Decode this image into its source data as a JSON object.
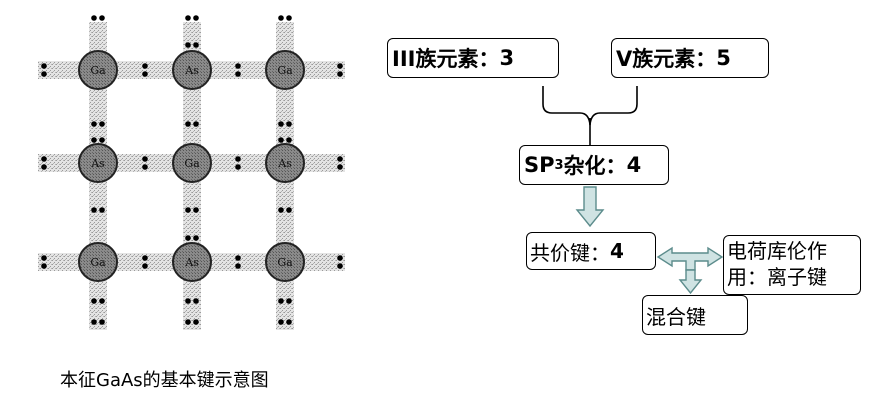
{
  "caption": "本征GaAs的基本键示意图",
  "lattice": {
    "rows": [
      [
        "Ga",
        "As",
        "Ga"
      ],
      [
        "As",
        "Ga",
        "As"
      ],
      [
        "Ga",
        "As",
        "Ga"
      ]
    ]
  },
  "flow": {
    "group3": {
      "label": "III族元素：",
      "value": "3"
    },
    "group5": {
      "label": "V族元素：",
      "value": "5"
    },
    "sp3": {
      "prefix": "SP",
      "subscript": "3",
      "label": "杂化：",
      "value": "4"
    },
    "covalent": {
      "label": "共价键：",
      "value": "4"
    },
    "ionic": {
      "label": "电荷库伦作用：离子键"
    },
    "mixed": {
      "label": "混合键"
    }
  },
  "colors": {
    "atom_fill": "#8c8c8c",
    "bond_fill": "#d6d6d6",
    "arrow_fill": "#cfe3e3",
    "arrow_stroke": "#6a9a9a"
  }
}
